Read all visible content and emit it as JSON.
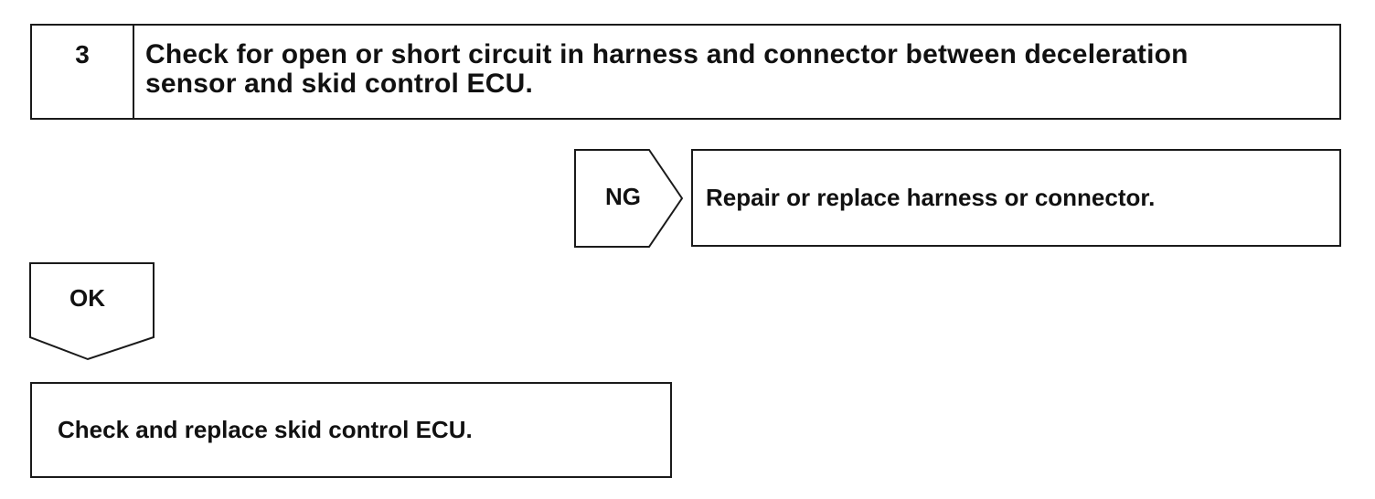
{
  "step": {
    "number": "3",
    "instruction_line1": "Check for open or short circuit in harness and connector between deceleration",
    "instruction_line2": "sensor and skid control ECU."
  },
  "ng_branch": {
    "label": "NG",
    "action": "Repair or replace harness or connector."
  },
  "ok_branch": {
    "label": "OK",
    "action": "Check and replace skid control ECU."
  },
  "colors": {
    "line": "#1a1a1a",
    "text": "#111111",
    "background": "#ffffff"
  }
}
